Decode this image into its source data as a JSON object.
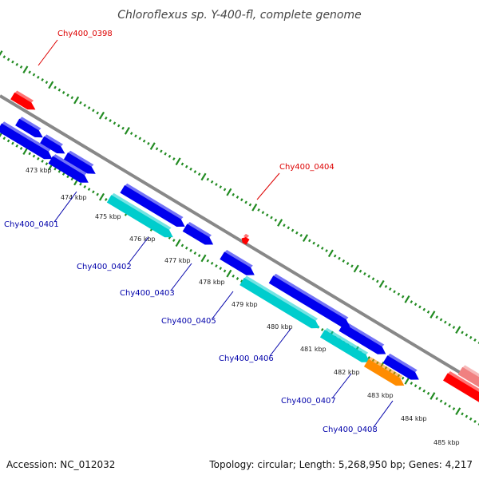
{
  "title": "Chloroflexus sp. Y-400-fl, complete genome",
  "footer": {
    "accession": "Accession: NC_012032",
    "summary": "Topology: circular; Length: 5,268,950 bp; Genes: 4,217"
  },
  "colors": {
    "backbone": "#888888",
    "ticks": "#228b22",
    "forward_cds": "#0000ee",
    "reverse_cds": "#00cdcd",
    "other_cds": "#ff8c00",
    "rna_gene": "#ff0000",
    "faded_gene": "#f08080",
    "label_red": "#dd0000",
    "label_blue": "#0000aa"
  },
  "scale_ticks": [
    {
      "label": "473 kbp"
    },
    {
      "label": "474 kbp"
    },
    {
      "label": "475 kbp"
    },
    {
      "label": "476 kbp"
    },
    {
      "label": "477 kbp"
    },
    {
      "label": "478 kbp"
    },
    {
      "label": "479 kbp"
    },
    {
      "label": "480 kbp"
    },
    {
      "label": "481 kbp"
    },
    {
      "label": "482 kbp"
    },
    {
      "label": "483 kbp"
    },
    {
      "label": "484 kbp"
    },
    {
      "label": "485 kbp"
    }
  ],
  "gene_labels": [
    {
      "text": "Chy400_0398",
      "color": "red"
    },
    {
      "text": "Chy400_0404",
      "color": "red"
    },
    {
      "text": "Chy400_0401",
      "color": "blue"
    },
    {
      "text": "Chy400_0402",
      "color": "blue"
    },
    {
      "text": "Chy400_0403",
      "color": "blue"
    },
    {
      "text": "Chy400_0405",
      "color": "blue"
    },
    {
      "text": "Chy400_0406",
      "color": "blue"
    },
    {
      "text": "Chy400_0407",
      "color": "blue"
    },
    {
      "text": "Chy400_0408",
      "color": "blue"
    }
  ]
}
